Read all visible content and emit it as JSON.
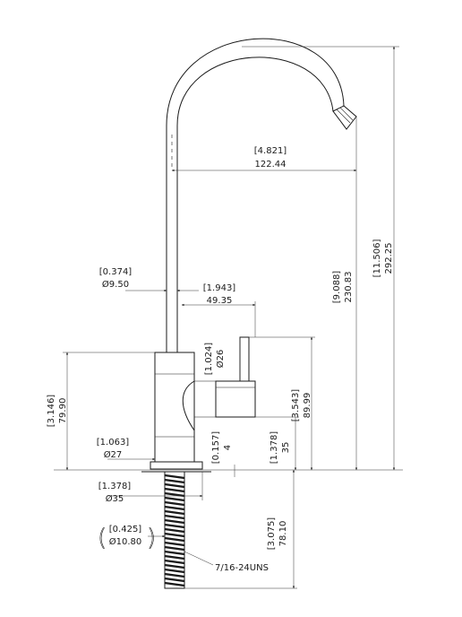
{
  "dimensions": {
    "spout_reach": {
      "inch": "[4.821]",
      "mm": "122.44"
    },
    "total_height": {
      "inch": "[11.506]",
      "mm": "292.25"
    },
    "spout_height": {
      "inch": "[9.088]",
      "mm": "230.83"
    },
    "tube_diameter": {
      "inch": "[0.374]",
      "mm": "Ø9.50"
    },
    "lever_offset": {
      "inch": "[1.943]",
      "mm": "49.35"
    },
    "lever_diameter": {
      "inch": "[1.024]",
      "mm": "Ø26"
    },
    "body_height": {
      "inch": "[3.146]",
      "mm": "79.90"
    },
    "lever_height": {
      "inch": "[3.543]",
      "mm": "89.99"
    },
    "body_diameter": {
      "inch": "[1.063]",
      "mm": "Ø27"
    },
    "base_thickness": {
      "inch": "[0.157]",
      "mm": "4"
    },
    "base_height": {
      "inch": "[1.378]",
      "mm": "35"
    },
    "base_diameter": {
      "inch": "[1.378]",
      "mm": "Ø35"
    },
    "shank_length": {
      "inch": "[3.075]",
      "mm": "78.10"
    },
    "shank_diameter": {
      "inch": "[0.425]",
      "mm": "Ø10.80"
    }
  },
  "thread_label": "7/16-24UNS",
  "colors": {
    "line": "#1a1a1a",
    "background": "#ffffff"
  }
}
